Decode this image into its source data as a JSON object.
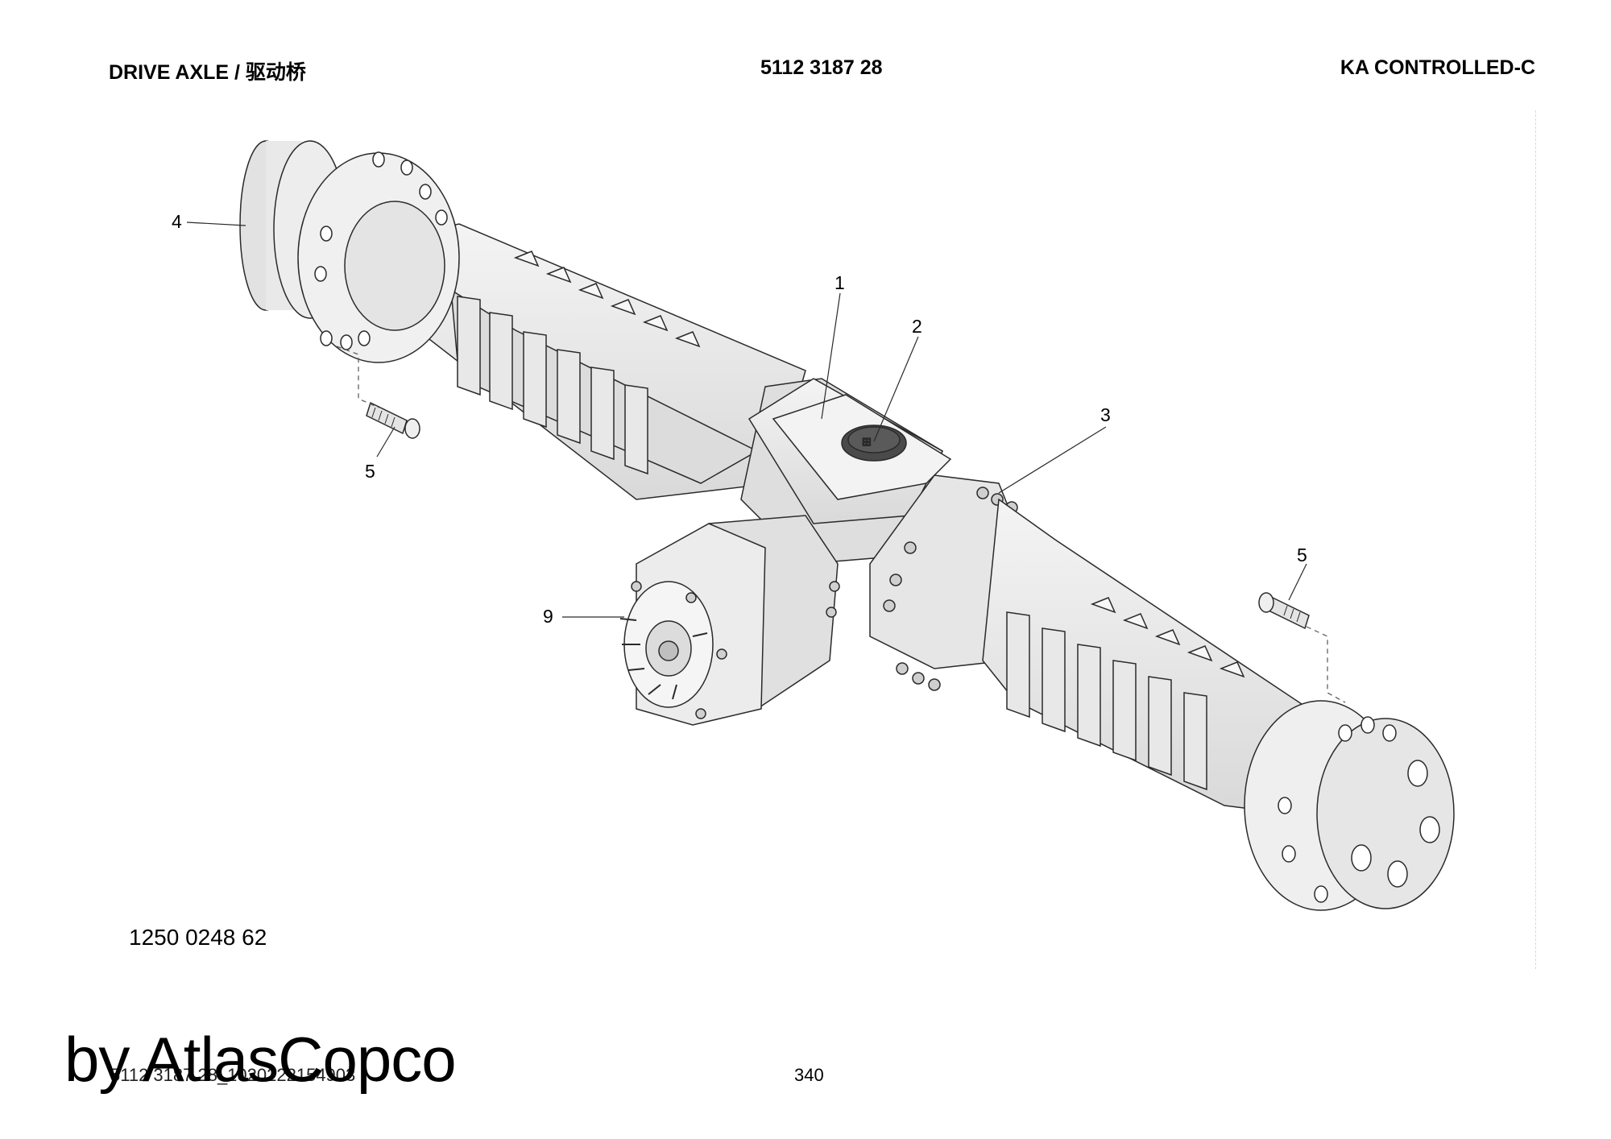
{
  "header": {
    "left": "DRIVE AXLE / 驱动桥",
    "center": "5112 3187 28",
    "right": "KA CONTROLLED-C"
  },
  "callouts": {
    "c1": "1",
    "c2": "2",
    "c3": "3",
    "c4": "4",
    "c5a": "5",
    "c5b": "5",
    "c9": "9"
  },
  "diagram_part_number": "1250 0248 62",
  "footer": {
    "document_id": "5112 3187 28_1020222154903",
    "page_number": "340",
    "watermark": "by AtlasCopco"
  },
  "colors": {
    "part_fill": "#ececec",
    "part_shade": "#d6d6d6",
    "line": "#2a2a2a",
    "cap": "#4a4a4a"
  }
}
